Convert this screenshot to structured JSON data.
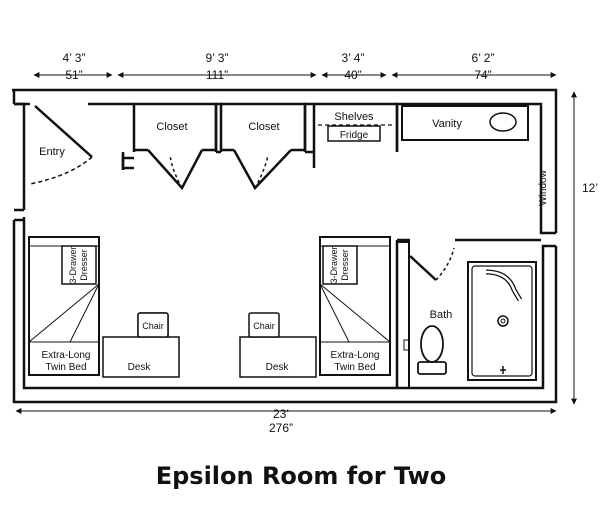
{
  "title": "Epsilon Room for Two",
  "dimensions": {
    "top": [
      {
        "feet": "4’ 3”",
        "inches": "51”"
      },
      {
        "feet": "9’ 3”",
        "inches": "111”"
      },
      {
        "feet": "3’ 4”",
        "inches": "40”"
      },
      {
        "feet": "6’ 2”",
        "inches": "74”"
      }
    ],
    "right": "12’",
    "bottom_feet": "23’",
    "bottom_inches": "276”"
  },
  "labels": {
    "closet": "Closet",
    "shelves": "Shelves",
    "fridge": "Fridge",
    "vanity": "Vanity",
    "entry": "Entry",
    "window": "Window",
    "dresser_line1": "3-Drawer",
    "dresser_line2": "Dresser",
    "chair": "Chair",
    "desk": "Desk",
    "bed_line1": "Extra-Long",
    "bed_line2": "Twin Bed",
    "bath": "Bath"
  }
}
